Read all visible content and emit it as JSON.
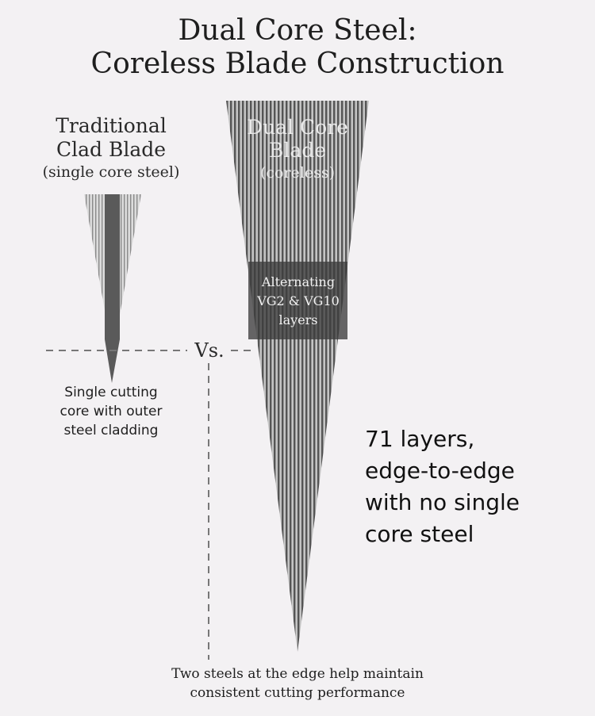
{
  "title": {
    "line1": "Dual Core Steel:",
    "line2": "Coreless Blade Construction"
  },
  "traditional": {
    "heading_line1": "Traditional",
    "heading_line2": "Clad Blade",
    "subheading": "(single core steel)",
    "caption_line1": "Single cutting",
    "caption_line2": "core with outer",
    "caption_line3": "steel cladding"
  },
  "dual_core": {
    "heading_line1": "Dual Core",
    "heading_line2": "Blade",
    "subheading": "(coreless)",
    "inset_line1": "Alternating",
    "inset_line2": "VG2 & VG10",
    "inset_line3": "layers",
    "description_line1": "71 layers,",
    "description_line2": "edge-to-edge",
    "description_line3": "with no single",
    "description_line4": "core steel"
  },
  "versus_label": "Vs.",
  "bottom_caption": {
    "line1": "Two steels at the edge help maintain",
    "line2": "consistent cutting performance"
  },
  "colors": {
    "background": "#f3f1f3",
    "stripe_dark": "#5e5e5e",
    "stripe_light": "#bdbdbd",
    "core": "#5a5a5a",
    "dashed_line": "#777777",
    "inset_overlay": "rgba(60,60,60,0.78)"
  }
}
